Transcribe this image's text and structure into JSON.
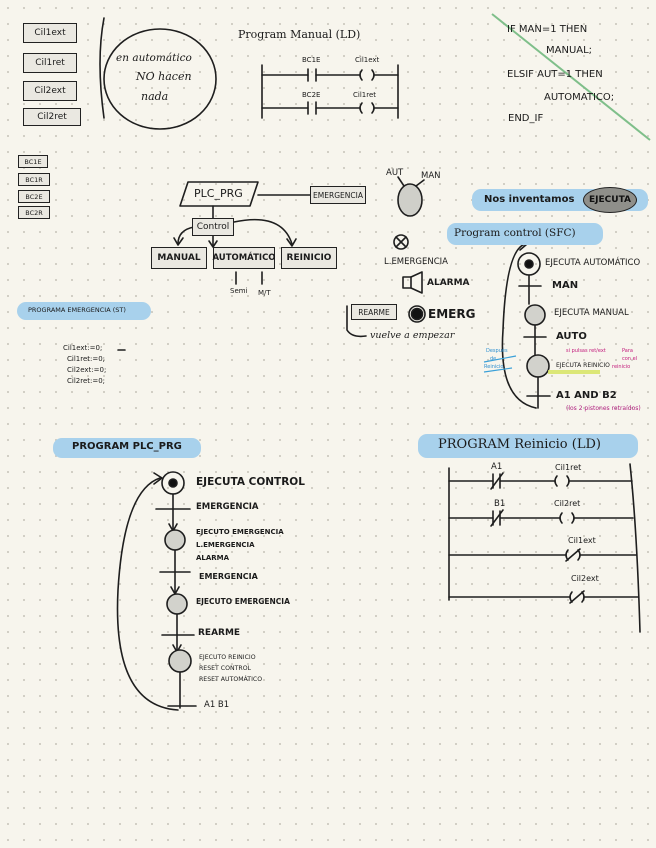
{
  "io_boxes": [
    "Cil1ext",
    "Cil1ret",
    "Cil2ext",
    "Cil2ret"
  ],
  "sensor_boxes": [
    "BC1E",
    "BC1R",
    "BC2E",
    "BC2R"
  ],
  "auto_note": {
    "line1": "en automático",
    "line2": "NO hacen",
    "line3": "nada"
  },
  "program_manual": {
    "title": "Program Manual (LD)",
    "contacts": [
      "BC1E",
      "BC2E"
    ],
    "coils": [
      "Cil1ext",
      "Cil1ret"
    ]
  },
  "st_code": {
    "lines": [
      "IF   MAN=1   THEN",
      "MANUAL;",
      "ELSIF  AUT=1  THEN",
      "AUTOMATICO;",
      "END_IF"
    ]
  },
  "plc_block": {
    "main": "PLC_PRG",
    "emergency": "EMERGENCIA",
    "control": "Control",
    "children": [
      "MANUAL",
      "AUTOMÁTICO",
      "REINICIO"
    ],
    "sub": [
      "Semi",
      "M/T"
    ]
  },
  "selector": {
    "aut": "AUT",
    "man": "MAN"
  },
  "emergency_panel": {
    "l_emergency": "L.EMERGENCIA",
    "alarm": "ALARMA",
    "rearme": "REARME",
    "emerg": "EMERG",
    "vuelve": "vuelve a empezar"
  },
  "highlights": {
    "nos_inventamos": "Nos inventamos",
    "ejecuta": "EJECUTA",
    "program_control": "Program control (SFC)",
    "programa_emergencia": "PROGRAMA EMERGENCIA (ST)",
    "program_plc": "PROGRAM PLC_PRG",
    "program_reinicio": "PROGRAM Reinicio (LD)"
  },
  "st_assign": [
    "Cil1ext:=0;",
    "Cil1ret:=0;",
    "Cil2ext:=0;",
    "Cil2ret:=0;"
  ],
  "sfc_control": {
    "steps": [
      "EJECUTA AUTOMÁTICO",
      "EJECUTA MANUAL",
      "EJECUTA REINICIO"
    ],
    "transitions": [
      "MAN",
      "AUTO",
      "A1 AND B2"
    ],
    "note_pink": "(los 2 pistones retraídos)",
    "note_magenta": [
      "si pulsas ret/ext",
      "Para",
      "con el",
      "reinicio"
    ],
    "note_blue": [
      "Después",
      "de",
      "Reinicio"
    ]
  },
  "sfc_plc": {
    "steps": [
      "EJECUTA CONTROL",
      "EJECUTO EMERGENCIA\nL.EMERGENCIA\nALARMA",
      "EJECUTO EMERGENCIA",
      "EJECUTO REINICIO\nRESET CONTROL\nRESET AUTOMÁTICO"
    ],
    "transitions": [
      "EMERGENCIA",
      "EMERGENCIA",
      "REARME",
      "A1 B1"
    ]
  },
  "reinicio_ld": {
    "rungs": [
      {
        "contact": "A1",
        "coil": "Cil1ret"
      },
      {
        "contact": "B1",
        "coil": "Cil2ret"
      },
      {
        "contact": "",
        "coil": "Cil1ext"
      },
      {
        "contact": "",
        "coil": "Cil2ext"
      }
    ]
  }
}
